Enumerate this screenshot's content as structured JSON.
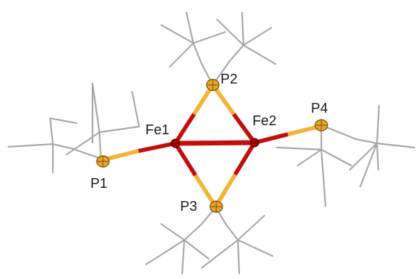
{
  "molecule": {
    "atoms": [
      {
        "id": "Fe1",
        "label": "Fe1",
        "element": "Fe",
        "color": "#b00000"
      },
      {
        "id": "Fe2",
        "label": "Fe2",
        "element": "Fe",
        "color": "#b00000"
      },
      {
        "id": "P1",
        "label": "P1",
        "element": "P",
        "color": "#e9a526"
      },
      {
        "id": "P2",
        "label": "P2",
        "element": "P",
        "color": "#e9a526"
      },
      {
        "id": "P3",
        "label": "P3",
        "element": "P",
        "color": "#e9a526"
      },
      {
        "id": "P4",
        "label": "P4",
        "element": "P",
        "color": "#e9a526"
      }
    ],
    "bonds": [
      {
        "from": "Fe1",
        "to": "Fe2"
      },
      {
        "from": "Fe1",
        "to": "P1"
      },
      {
        "from": "Fe1",
        "to": "P2"
      },
      {
        "from": "Fe1",
        "to": "P3"
      },
      {
        "from": "Fe2",
        "to": "P2"
      },
      {
        "from": "Fe2",
        "to": "P3"
      },
      {
        "from": "Fe2",
        "to": "P4"
      }
    ],
    "substituent_style": "wireframe",
    "colors": {
      "iron": "#b00000",
      "phosphorus": "#e9a526",
      "bond_fe": "#c40e0e",
      "bond_p": "#f2b53a",
      "carbon_wire": "#a6a6a6",
      "label": "#1a1a1a"
    }
  }
}
